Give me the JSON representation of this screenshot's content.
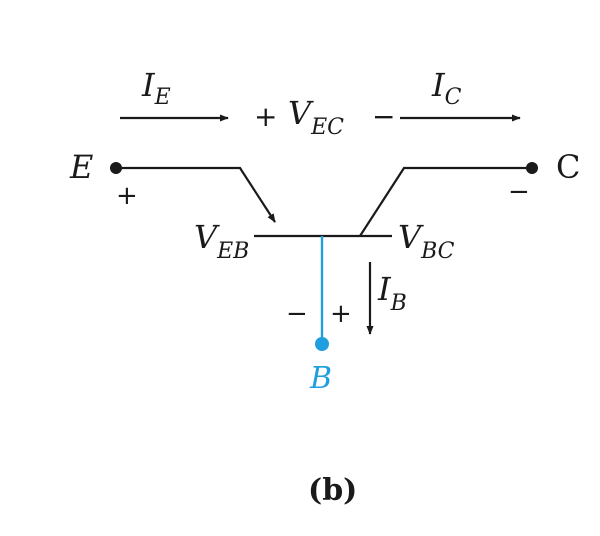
{
  "labels": {
    "ie_main": "I",
    "ie_sub": "E",
    "ic_main": "I",
    "ic_sub": "C",
    "vec_main": "V",
    "vec_sub": "EC",
    "vec_plus": "+",
    "vec_minus": "−",
    "e_node": "E",
    "e_plus": "+",
    "c_node": "C",
    "c_minus": "−",
    "veb_main": "V",
    "veb_sub": "EB",
    "vbc_main": "V",
    "vbc_sub": "BC",
    "ib_main": "I",
    "ib_sub": "B",
    "b_minus": "−",
    "b_plus": "+",
    "b_node": "B",
    "caption": "(b)"
  },
  "colors": {
    "ink": "#1a1a1a",
    "base": "#1f9fe0"
  }
}
